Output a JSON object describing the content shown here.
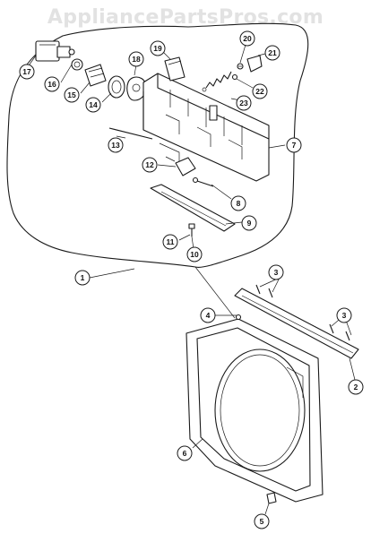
{
  "watermark": "AppliancePartsPros.com",
  "callouts": [
    "1",
    "2",
    "3",
    "3",
    "3",
    "4",
    "5",
    "6",
    "7",
    "8",
    "9",
    "10",
    "11",
    "12",
    "13",
    "14",
    "15",
    "16",
    "17",
    "18",
    "19",
    "20",
    "21",
    "22",
    "23"
  ]
}
